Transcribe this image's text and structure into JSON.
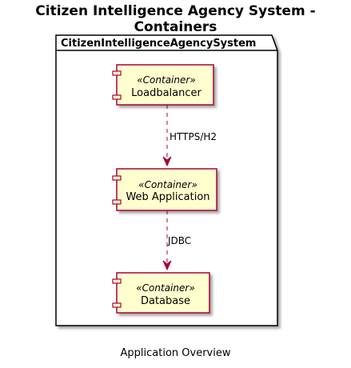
{
  "title": "Citizen Intelligence Agency System - Containers",
  "package": {
    "name": "CitizenIntelligenceAgencySystem"
  },
  "containers": [
    {
      "stereotype": "«Container»",
      "name": "Loadbalancer"
    },
    {
      "stereotype": "«Container»",
      "name": "Web Application"
    },
    {
      "stereotype": "«Container»",
      "name": "Database"
    }
  ],
  "relations": [
    {
      "from": "Loadbalancer",
      "to": "Web Application",
      "label": "HTTPS/H2"
    },
    {
      "from": "Web Application",
      "to": "Database",
      "label": "JDBC"
    }
  ],
  "caption": "Application Overview",
  "colors": {
    "component_fill": "#FEFECE",
    "component_border": "#A80036",
    "arrow": "#A80036",
    "package_border": "#000000",
    "shadow": "#B3B3B3"
  }
}
